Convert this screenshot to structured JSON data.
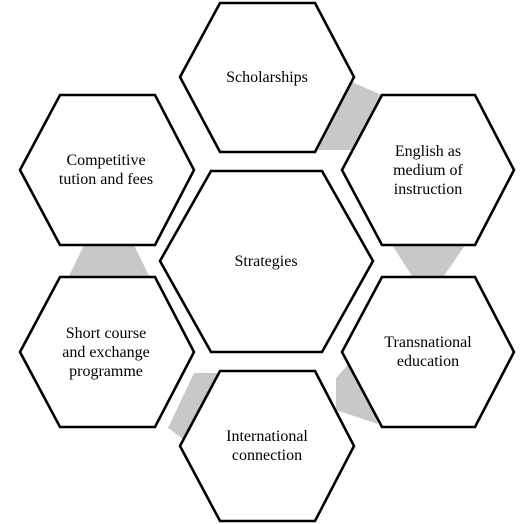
{
  "colors": {
    "hex_fill": "#ffffff",
    "hex_stroke": "#000000",
    "connector": "#c8c8c8"
  },
  "center": {
    "label": "Strategies"
  },
  "nodes": [
    {
      "id": "scholarships",
      "label": "Scholarships"
    },
    {
      "id": "english-medium",
      "label": "English  as\nmedium  of\ninstruction"
    },
    {
      "id": "transnational",
      "label": "Transnational\neducation"
    },
    {
      "id": "international",
      "label": "International\nconnection"
    },
    {
      "id": "short-course",
      "label": "Short course\nand exchange\nprogramme"
    },
    {
      "id": "competitive",
      "label": "Competitive\ntution and fees"
    }
  ]
}
